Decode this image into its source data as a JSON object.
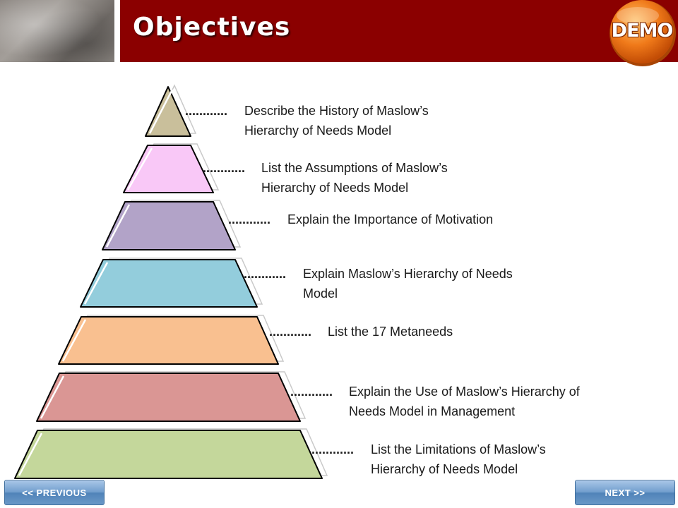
{
  "header": {
    "title": "Objectives",
    "badge": "DEMO"
  },
  "pyramid": {
    "levels": [
      {
        "label_lines": [
          "Describe the History of Maslow’s",
          "Hierarchy of Needs Model"
        ],
        "color": "#c9bf9b"
      },
      {
        "label_lines": [
          "List the Assumptions of Maslow’s",
          "Hierarchy of Needs Model"
        ],
        "color": "#f9c8f7"
      },
      {
        "label_lines": [
          "Explain the Importance of Motivation"
        ],
        "color": "#b2a3c8"
      },
      {
        "label_lines": [
          "Explain Maslow’s Hierarchy of Needs",
          "Model"
        ],
        "color": "#93cddc"
      },
      {
        "label_lines": [
          "List the 17 Metaneeds"
        ],
        "color": "#f9c090"
      },
      {
        "label_lines": [
          "Explain the Use of Maslow’s Hierarchy of",
          "Needs Model in Management"
        ],
        "color": "#da9694"
      },
      {
        "label_lines": [
          "List the Limitations of Maslow’s",
          "Hierarchy of Needs Model"
        ],
        "color": "#c4d79b"
      }
    ],
    "connector": "............"
  },
  "nav": {
    "previous_label": "<< PREVIOUS",
    "next_label": "NEXT >>"
  },
  "colors": {
    "title_bar": "#8b0000",
    "badge": "#f07a1a",
    "nav_button": "#5b8ec4"
  }
}
